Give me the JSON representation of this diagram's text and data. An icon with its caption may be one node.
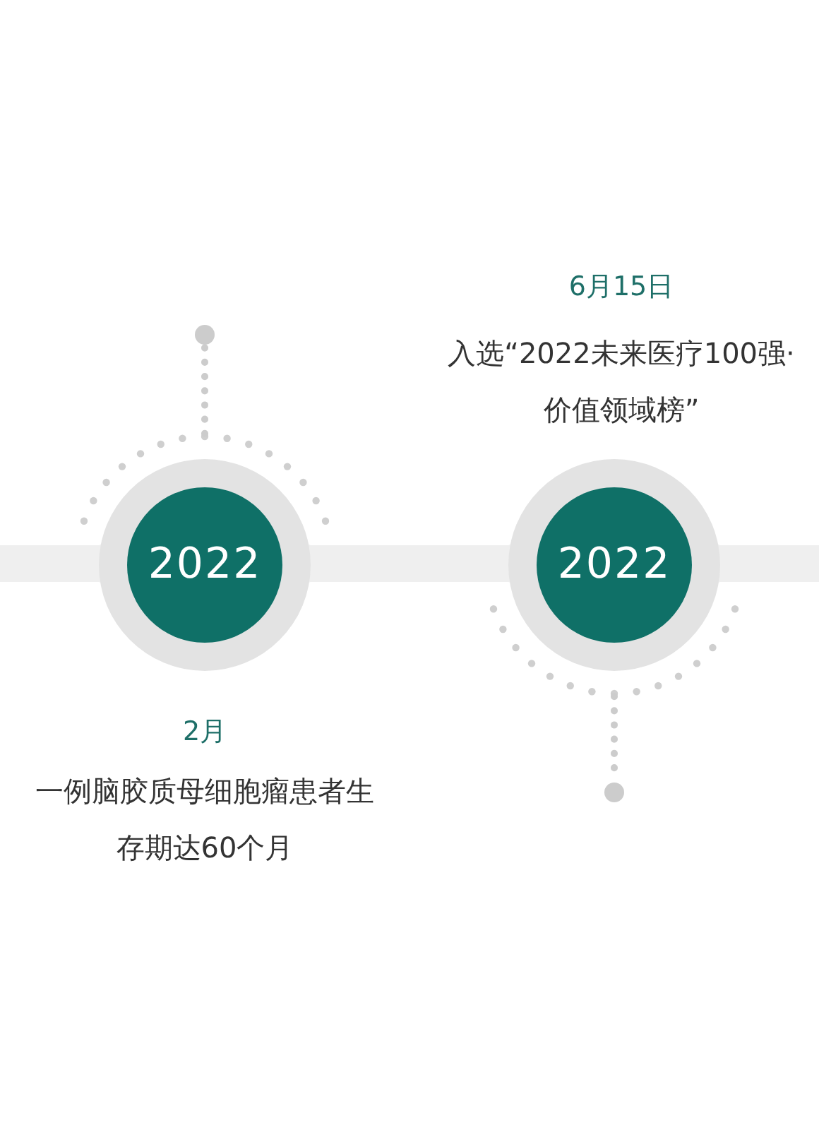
{
  "diagram": {
    "nodes": [
      {
        "text": [],
        "shape": "circle"
      },
      {
        "text": [
          "2022"
        ],
        "beside": [
          "2月",
          "一例脑胶质母细胞瘤患者生存期达60个月"
        ]
      },
      {
        "text": [
          "2022"
        ],
        "beside": [
          "6月15日",
          "入选“2022未来医疗100强·价值领域榜”"
        ]
      },
      {
        "text": [],
        "shape": "circle"
      }
    ],
    "edges": [
      {
        "from": 1,
        "to": 0,
        "arrow": "none"
      },
      {
        "from": 2,
        "to": 3,
        "arrow": "none"
      }
    ]
  }
}
